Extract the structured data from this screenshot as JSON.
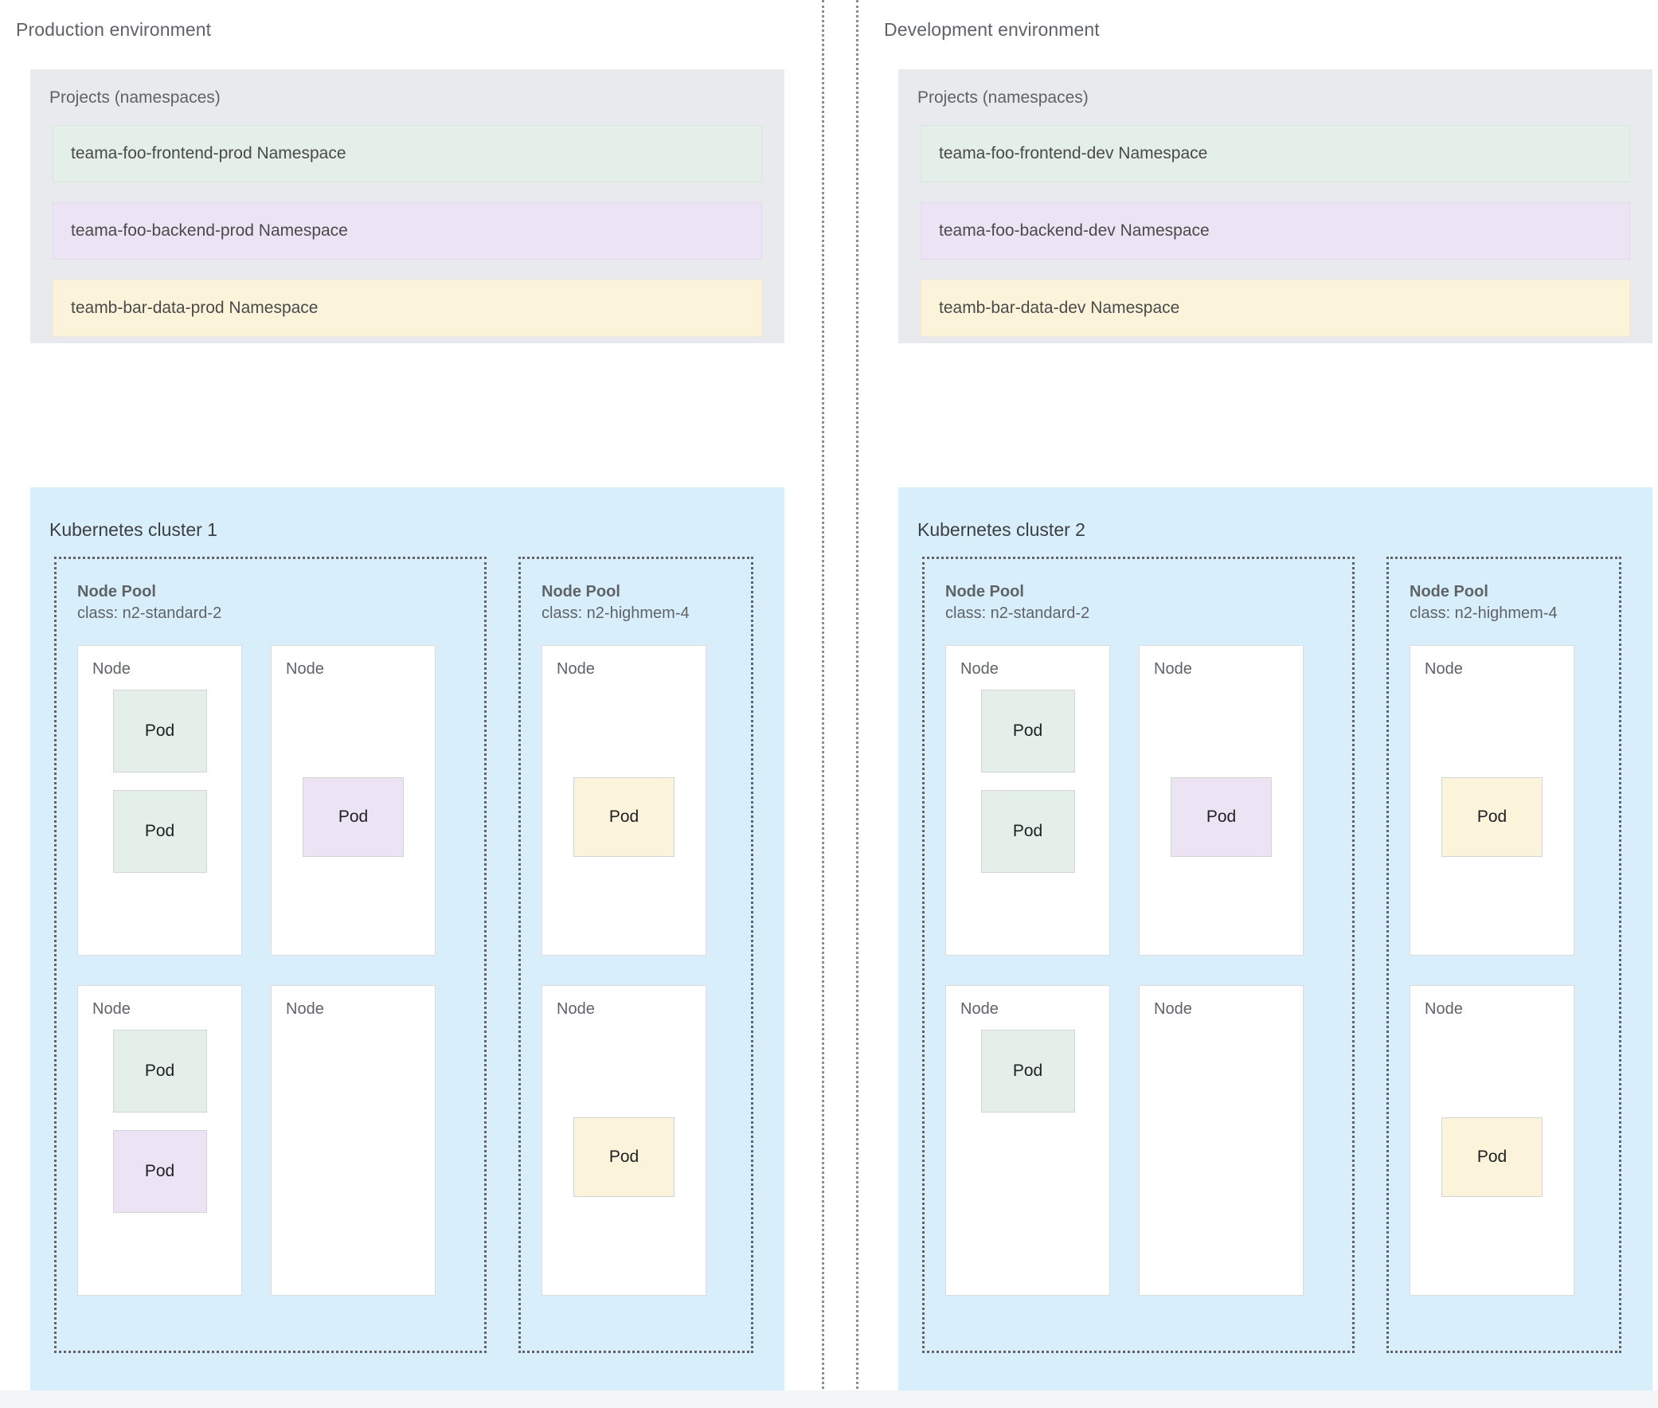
{
  "colors": {
    "green": "#e3efe8",
    "purple": "#ece3f4",
    "yellow": "#fbf3da",
    "panel_gray": "#e8eaed",
    "cluster_blue": "#d9eefb",
    "node_white": "#ffffff",
    "text_gray": "#5f6368"
  },
  "environments": [
    {
      "title": "Production environment",
      "projects": {
        "title": "Projects (namespaces)",
        "namespaces": [
          {
            "label": "teama-foo-frontend-prod Namespace",
            "color": "green"
          },
          {
            "label": "teama-foo-backend-prod Namespace",
            "color": "purple"
          },
          {
            "label": "teamb-bar-data-prod Namespace",
            "color": "yellow"
          }
        ]
      },
      "cluster": {
        "title": "Kubernetes cluster 1",
        "node_pools": [
          {
            "name": "Node Pool",
            "class": "class: n2-standard-2",
            "nodes": [
              {
                "label": "Node",
                "pods": [
                  {
                    "label": "Pod",
                    "color": "green"
                  },
                  {
                    "label": "Pod",
                    "color": "green"
                  }
                ]
              },
              {
                "label": "Node",
                "pods": [
                  {
                    "label": "Pod",
                    "color": "purple"
                  }
                ]
              },
              {
                "label": "Node",
                "pods": [
                  {
                    "label": "Pod",
                    "color": "green"
                  },
                  {
                    "label": "Pod",
                    "color": "purple"
                  }
                ]
              },
              {
                "label": "Node",
                "pods": []
              }
            ]
          },
          {
            "name": "Node Pool",
            "class": "class: n2-highmem-4",
            "nodes": [
              {
                "label": "Node",
                "pods": [
                  {
                    "label": "Pod",
                    "color": "yellow"
                  }
                ]
              },
              {
                "label": "Node",
                "pods": [
                  {
                    "label": "Pod",
                    "color": "yellow"
                  }
                ]
              }
            ]
          }
        ]
      }
    },
    {
      "title": "Development environment",
      "projects": {
        "title": "Projects (namespaces)",
        "namespaces": [
          {
            "label": "teama-foo-frontend-dev Namespace",
            "color": "green"
          },
          {
            "label": "teama-foo-backend-dev Namespace",
            "color": "purple"
          },
          {
            "label": "teamb-bar-data-dev Namespace",
            "color": "yellow"
          }
        ]
      },
      "cluster": {
        "title": "Kubernetes cluster 2",
        "node_pools": [
          {
            "name": "Node Pool",
            "class": "class: n2-standard-2",
            "nodes": [
              {
                "label": "Node",
                "pods": [
                  {
                    "label": "Pod",
                    "color": "green"
                  },
                  {
                    "label": "Pod",
                    "color": "green"
                  }
                ]
              },
              {
                "label": "Node",
                "pods": [
                  {
                    "label": "Pod",
                    "color": "purple"
                  }
                ]
              },
              {
                "label": "Node",
                "pods": [
                  {
                    "label": "Pod",
                    "color": "green"
                  }
                ]
              },
              {
                "label": "Node",
                "pods": []
              }
            ]
          },
          {
            "name": "Node Pool",
            "class": "class: n2-highmem-4",
            "nodes": [
              {
                "label": "Node",
                "pods": [
                  {
                    "label": "Pod",
                    "color": "yellow"
                  }
                ]
              },
              {
                "label": "Node",
                "pods": [
                  {
                    "label": "Pod",
                    "color": "yellow"
                  }
                ]
              }
            ]
          }
        ]
      }
    }
  ]
}
